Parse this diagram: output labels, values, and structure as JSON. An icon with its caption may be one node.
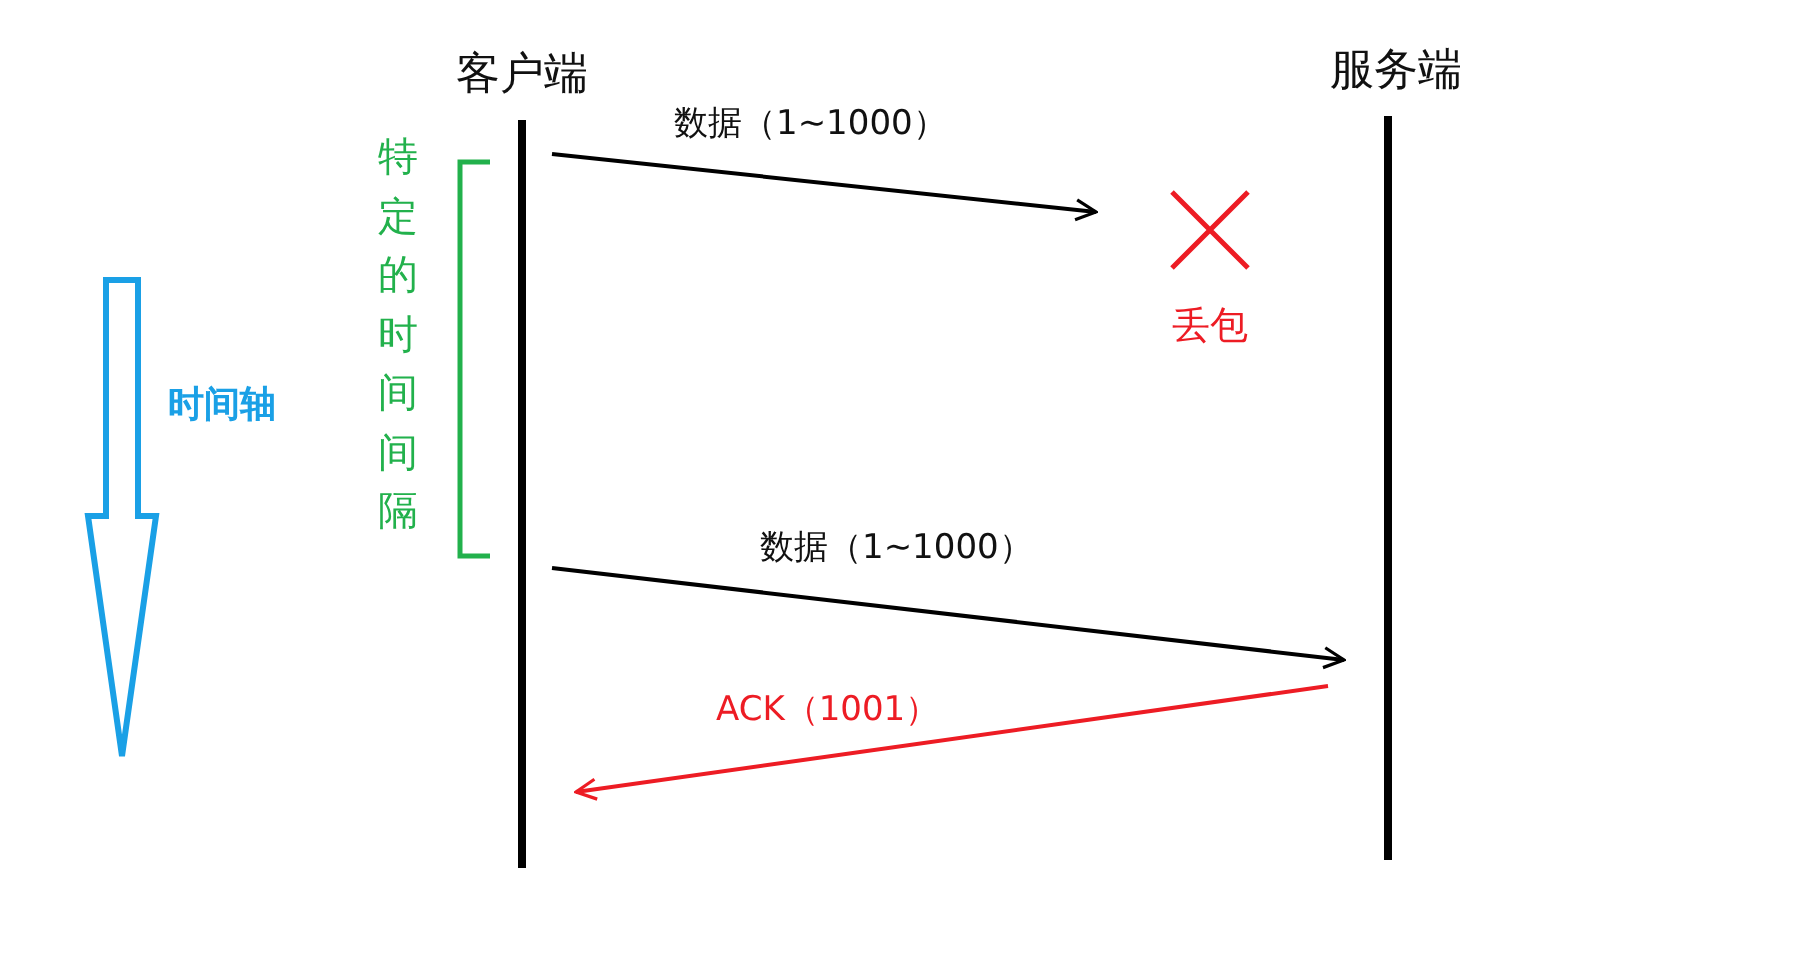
{
  "diagram": {
    "nodes": [
      {
        "text": [
          "客户端"
        ]
      },
      {
        "text": [
          "服务端"
        ]
      },
      {
        "text": [
          "丢包"
        ]
      }
    ],
    "edges": [
      {
        "from": 0,
        "to": 2,
        "arrow": "to",
        "label": "数据（1~1000）"
      },
      {
        "from": 0,
        "to": 1,
        "arrow": "to",
        "label": "数据（1~1000）"
      },
      {
        "from": 1,
        "to": 0,
        "arrow": "to",
        "label": "ACK（1001）",
        "color": "#ed1c24"
      }
    ],
    "labels": [
      "时间轴",
      "特定的时间间隔"
    ]
  }
}
